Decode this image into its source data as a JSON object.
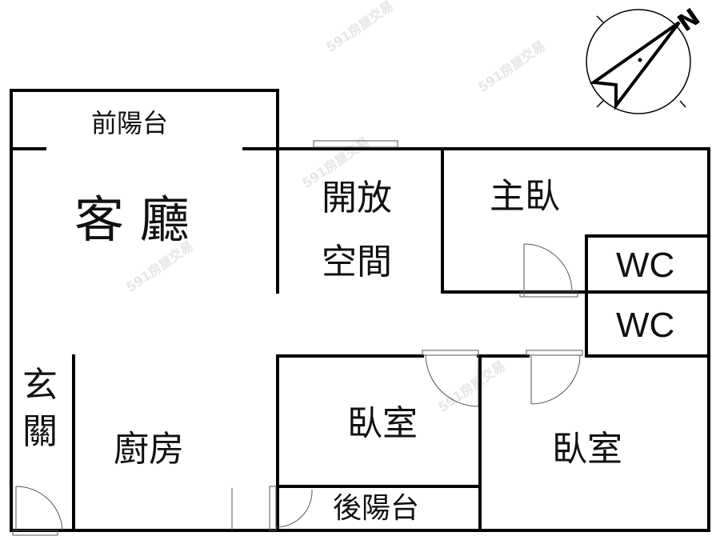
{
  "rooms": {
    "front_balcony": "前陽台",
    "living_room": "客 廳",
    "open_space_line1": "開放",
    "open_space_line2": "空間",
    "master_bedroom": "主臥",
    "wc1": "WC",
    "wc2": "WC",
    "foyer_line1": "玄",
    "foyer_line2": "關",
    "kitchen": "廚房",
    "bedroom1": "臥室",
    "bedroom2": "臥室",
    "rear_balcony": "後陽台"
  },
  "compass": {
    "north_label": "N"
  },
  "watermark": "591房屋交易"
}
